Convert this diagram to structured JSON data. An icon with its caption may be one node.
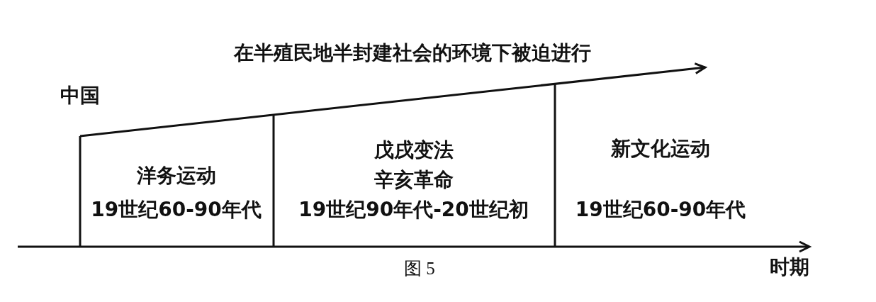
{
  "diagram": {
    "caption": "图 5",
    "nodes": [
      {
        "text": [
          "洋务运动",
          "19世纪60-90年代"
        ]
      },
      {
        "text": [
          "戊戌变法",
          "辛亥革命",
          "19世纪90年代-20世纪初"
        ]
      },
      {
        "text": [
          "新文化运动",
          "19世纪60-90年代"
        ]
      }
    ],
    "labels": [
      "在半殖民地半封建社会的环境下被迫进行",
      "中国",
      "时期"
    ]
  }
}
